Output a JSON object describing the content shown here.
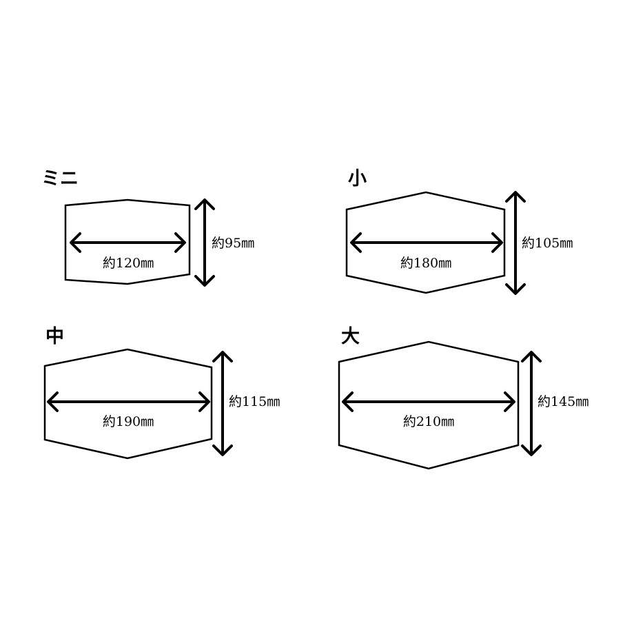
{
  "colors": {
    "background": "#ffffff",
    "line": "#000000"
  },
  "sizes": [
    {
      "title": "ミニ",
      "width_label": "約120㎜",
      "height_label": "約95㎜"
    },
    {
      "title": "小",
      "width_label": "約180㎜",
      "height_label": "約105㎜"
    },
    {
      "title": "中",
      "width_label": "約190㎜",
      "height_label": "約115㎜"
    },
    {
      "title": "大",
      "width_label": "約210㎜",
      "height_label": "約145㎜"
    }
  ]
}
